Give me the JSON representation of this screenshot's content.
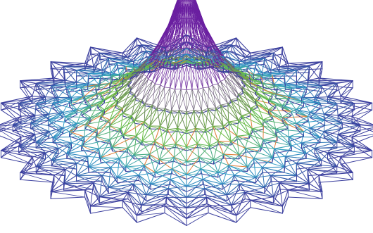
{
  "figure": {
    "subject": "lattice-structure",
    "view": "perspective"
  },
  "structure": {
    "type": "radial space truss canopy",
    "petal_count": 24,
    "ring_count": 12
  },
  "colors": {
    "background": "#ffffff",
    "outer": "#3b3f9e",
    "mid": "#2fa0c8",
    "inner": "#6fbf3a",
    "core": "#6a1fa0",
    "accent": "#e0803a"
  }
}
